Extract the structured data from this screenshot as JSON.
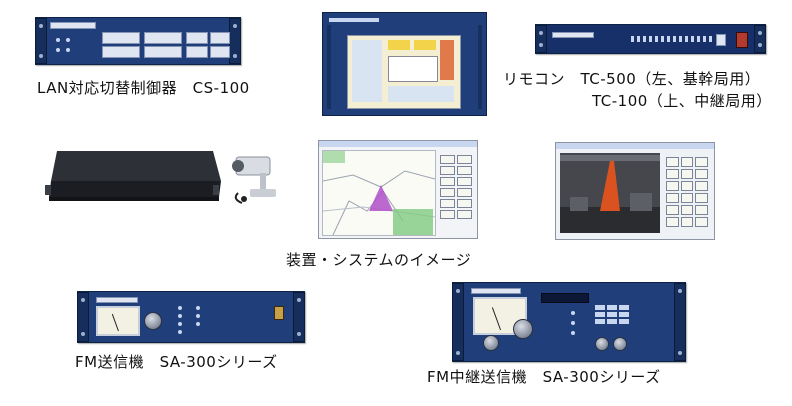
{
  "captions": {
    "cs100": "LAN対応切替制御器　CS-100",
    "tc500": "リモコン　TC-500（左、基幹局用）",
    "tc100": "TC-100（上、中継局用）",
    "system_image": "装置・システムのイメージ",
    "fm_transmitter": "FM送信機　SA-300シリーズ",
    "fm_repeater": "FM中継送信機　SA-300シリーズ"
  },
  "colors": {
    "panel_blue": "#1f3e7a",
    "chassis_black": "#23262b",
    "map_green": "#7fc97f",
    "marker_purple": "#b04fc8",
    "tower_orange": "#d9521f"
  }
}
